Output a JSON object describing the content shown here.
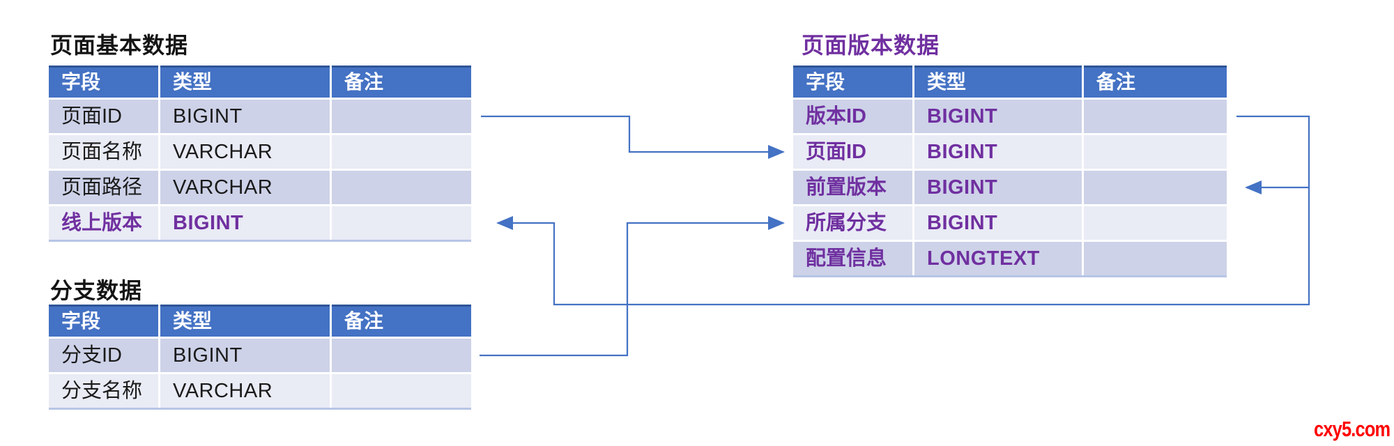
{
  "colors": {
    "header_blue": "#4472C4",
    "header_top_border": "#2F5597",
    "row_dark": "#CDD2E8",
    "row_light": "#E9EBF5",
    "highlight_purple": "#7030A0",
    "connector_blue": "#4472C4",
    "watermark_red": "#FF0000"
  },
  "watermark": "cxy5.com",
  "tables": {
    "t1": {
      "title": "页面基本数据",
      "headers": [
        "字段",
        "类型",
        "备注"
      ],
      "rows": [
        [
          "页面ID",
          "BIGINT",
          ""
        ],
        [
          "页面名称",
          "VARCHAR",
          ""
        ],
        [
          "页面路径",
          "VARCHAR",
          ""
        ],
        [
          "线上版本",
          "BIGINT",
          ""
        ]
      ]
    },
    "t2": {
      "title": "分支数据",
      "headers": [
        "字段",
        "类型",
        "备注"
      ],
      "rows": [
        [
          "分支ID",
          "BIGINT",
          ""
        ],
        [
          "分支名称",
          "VARCHAR",
          ""
        ]
      ]
    },
    "t3": {
      "title": "页面版本数据",
      "headers": [
        "字段",
        "类型",
        "备注"
      ],
      "rows": [
        [
          "版本ID",
          "BIGINT",
          ""
        ],
        [
          "页面ID",
          "BIGINT",
          ""
        ],
        [
          "前置版本",
          "BIGINT",
          ""
        ],
        [
          "所属分支",
          "BIGINT",
          ""
        ],
        [
          "配置信息",
          "LONGTEXT",
          ""
        ]
      ]
    }
  },
  "relations": [
    {
      "from": "页面基本数据.页面ID",
      "to": "页面版本数据.页面ID"
    },
    {
      "from": "分支数据.分支ID",
      "to": "页面版本数据.所属分支"
    },
    {
      "from": "页面版本数据.版本ID",
      "to": "页面基本数据.线上版本"
    },
    {
      "from": "页面版本数据.版本ID",
      "to": "页面版本数据.前置版本"
    }
  ]
}
